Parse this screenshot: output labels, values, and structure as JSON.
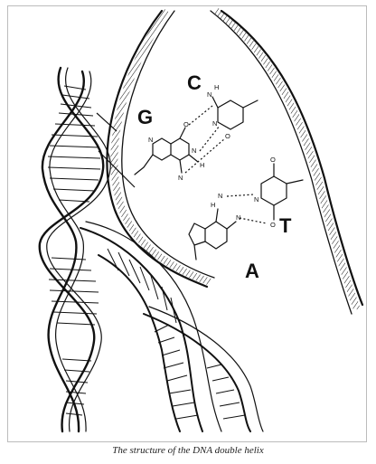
{
  "caption": "The structure of the DNA double helix",
  "bases": {
    "g": "G",
    "c": "C",
    "a": "A",
    "t": "T"
  },
  "atoms": {
    "n": "N",
    "h": "H",
    "o": "O"
  }
}
